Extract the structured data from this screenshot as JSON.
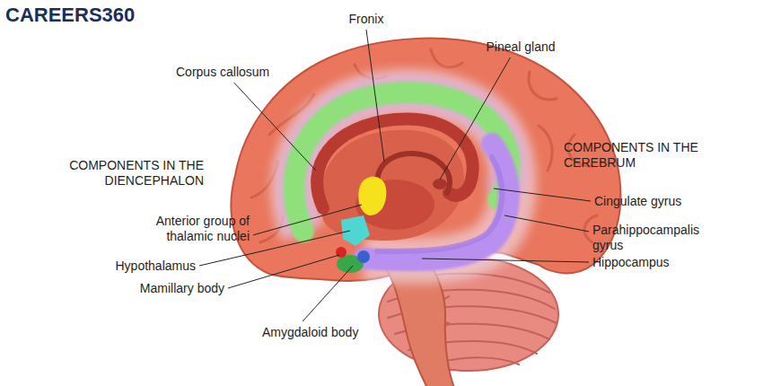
{
  "diagram": {
    "labels": [
      "CAREERS360",
      "Fronix",
      "Pineal gland",
      "Corpus callosum",
      "COMPONENTS IN THE DIENCEPHALON",
      "Anterior group of thalamic nuclei",
      "Hypothalamus",
      "Mamillary body",
      "Amygdaloid body",
      "COMPONENTS IN THE CEREBRUM",
      "Cingulate gyrus",
      "Parahippocampalis gyrus",
      "Hippocampus"
    ]
  }
}
